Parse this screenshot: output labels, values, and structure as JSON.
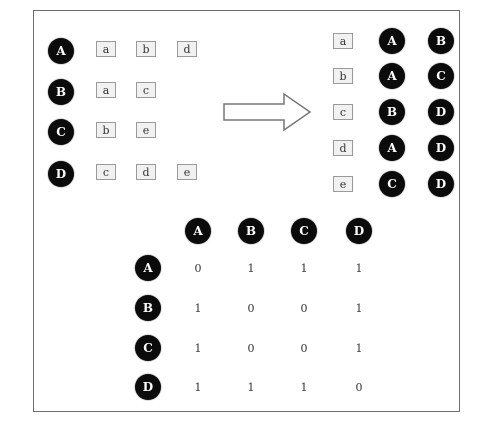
{
  "rows": [
    {
      "node": "A",
      "items": [
        "a",
        "b",
        "d"
      ]
    },
    {
      "node": "B",
      "items": [
        "a",
        "c"
      ]
    },
    {
      "node": "C",
      "items": [
        "b",
        "e"
      ]
    },
    {
      "node": "D",
      "items": [
        "c",
        "d",
        "e"
      ]
    }
  ],
  "pairs": [
    {
      "item": "a",
      "nodes": [
        "A",
        "B"
      ]
    },
    {
      "item": "b",
      "nodes": [
        "A",
        "C"
      ]
    },
    {
      "item": "c",
      "nodes": [
        "B",
        "D"
      ]
    },
    {
      "item": "d",
      "nodes": [
        "A",
        "D"
      ]
    },
    {
      "item": "e",
      "nodes": [
        "C",
        "D"
      ]
    }
  ],
  "matrix": {
    "columns": [
      "A",
      "B",
      "C",
      "D"
    ],
    "rows": [
      "A",
      "B",
      "C",
      "D"
    ],
    "values": [
      [
        "0",
        "1",
        "1",
        "1"
      ],
      [
        "1",
        "0",
        "0",
        "1"
      ],
      [
        "1",
        "0",
        "0",
        "1"
      ],
      [
        "1",
        "1",
        "1",
        "0"
      ]
    ]
  },
  "colors": {
    "node": "#0b0b0b",
    "box_border": "#9a9a9a",
    "frame": "#6e6e6e"
  }
}
